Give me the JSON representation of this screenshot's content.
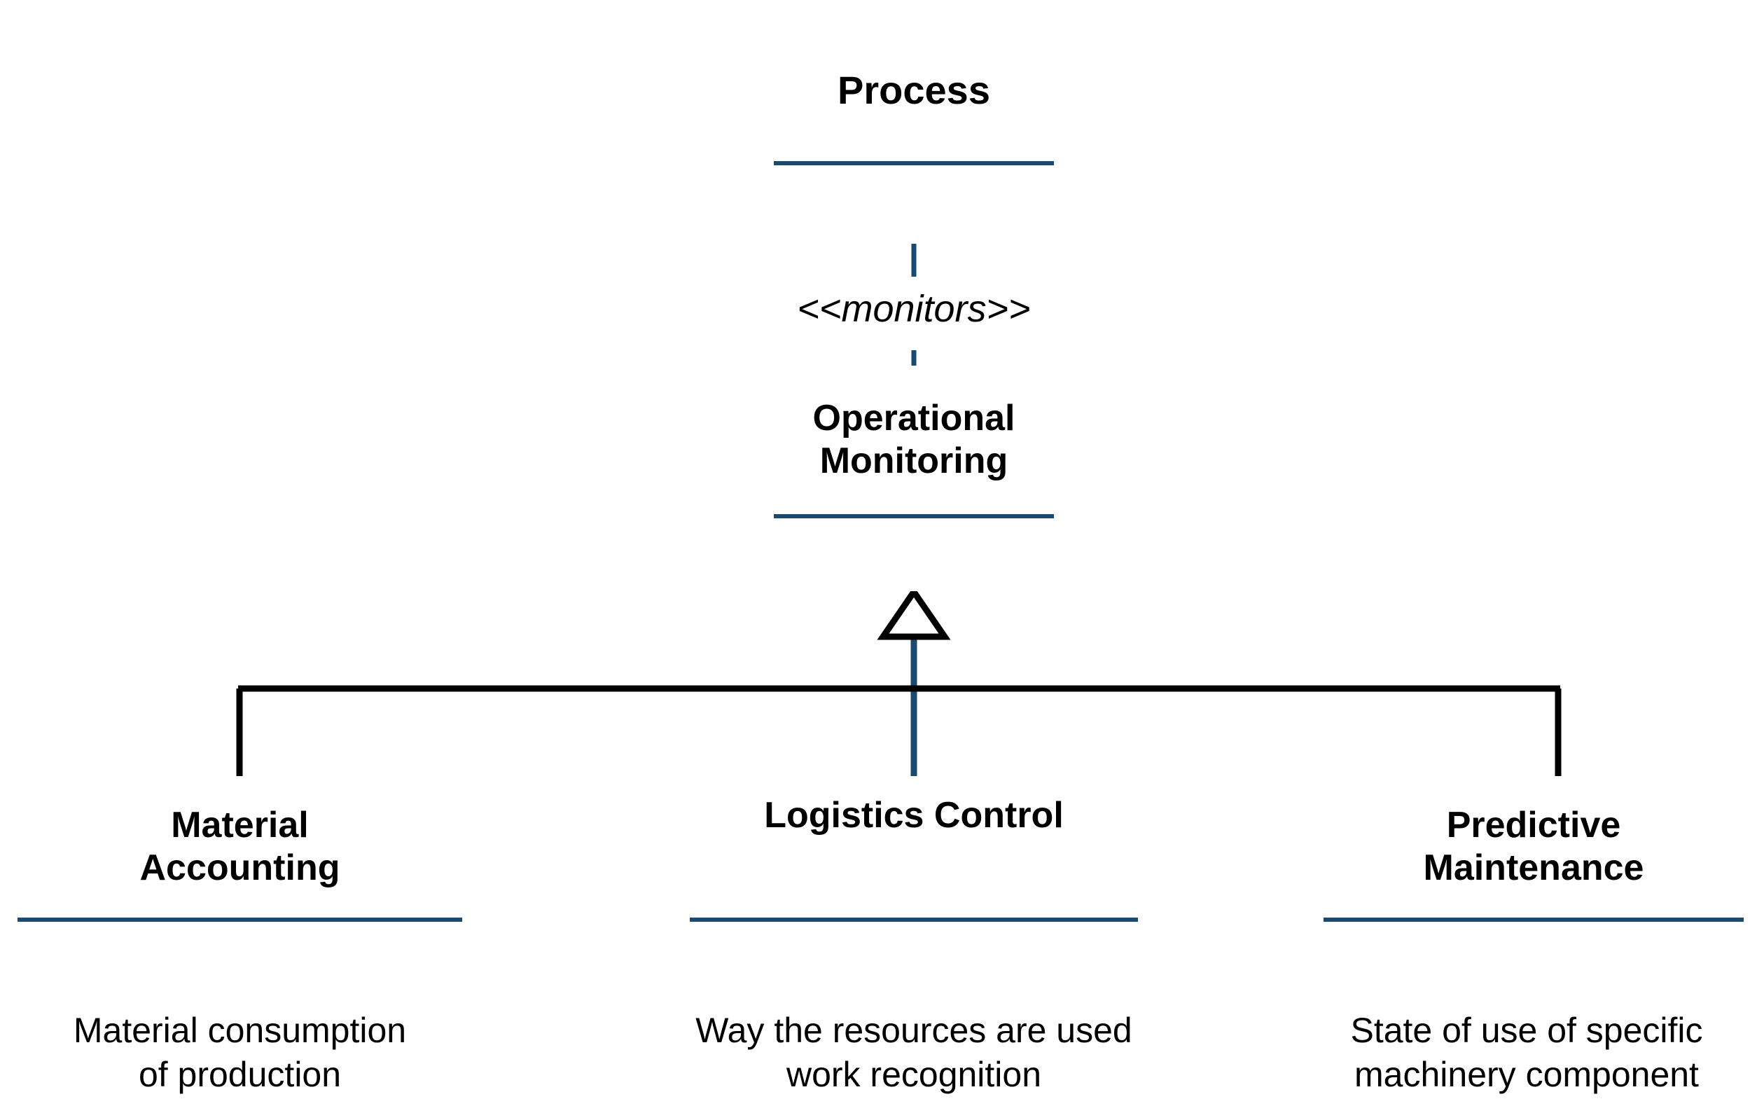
{
  "diagram": {
    "type": "uml-class-diagram",
    "notation": "UML",
    "background_color": "#ffffff",
    "class_border_color": "#1a4a70",
    "generalization_line_color": "#000000",
    "association_line_color": "#1a4a70",
    "text_color": "#000000"
  },
  "classes": {
    "process": {
      "name": "Process",
      "attributes": ""
    },
    "operational_monitoring": {
      "name": "Operational\nMonitoring",
      "attributes": ""
    },
    "material_accounting": {
      "name": "Material\nAccounting",
      "attributes": ""
    },
    "logistics_control": {
      "name": "Logistics Control",
      "attributes": ""
    },
    "predictive_maintenance": {
      "name": "Predictive\nMaintenance",
      "attributes": ""
    }
  },
  "relationships": {
    "monitors": {
      "stereotype": "<<monitors>>",
      "source": "Operational Monitoring",
      "target": "Process",
      "kind": "association"
    },
    "generalizations": [
      {
        "kind": "generalization",
        "parent": "Operational Monitoring",
        "child": "Material Accounting"
      },
      {
        "kind": "generalization",
        "parent": "Operational Monitoring",
        "child": "Logistics Control"
      },
      {
        "kind": "generalization",
        "parent": "Operational Monitoring",
        "child": "Predictive Maintenance"
      }
    ]
  },
  "captions": {
    "material_accounting": "Material consumption\nof production",
    "logistics_control": "Way the resources are used\nwork recognition",
    "predictive_maintenance": "State of use of specific\nmachinery component"
  }
}
